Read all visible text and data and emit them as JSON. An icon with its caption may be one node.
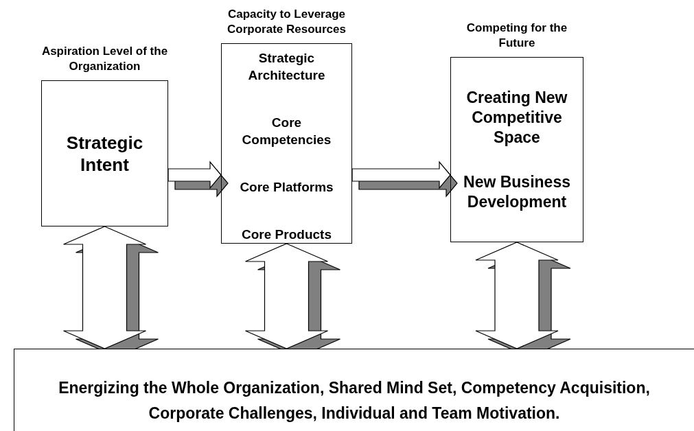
{
  "diagram": {
    "nodes": [
      {
        "text": [
          "Aspiration Level of the Organization",
          "Strategic Intent"
        ]
      },
      {
        "text": [
          "Capacity to Leverage Corporate Resources",
          "Strategic Architecture",
          "Core Competencies",
          "Core Platforms",
          "Core Products"
        ]
      },
      {
        "text": [
          "Competing for the Future",
          "Creating New Competitive Space",
          "New Business Development"
        ]
      },
      {
        "text": [
          "Energizing the Whole Organization, Shared Mind Set, Competency Acquisition, Corporate Challenges, Individual and Team Motivation."
        ]
      }
    ],
    "edges": [
      {
        "from": 0,
        "to": 1,
        "arrow": "to"
      },
      {
        "from": 1,
        "to": 2,
        "arrow": "to"
      },
      {
        "from": 0,
        "to": 3,
        "arrow": "both"
      },
      {
        "from": 1,
        "to": 3,
        "arrow": "both"
      },
      {
        "from": 2,
        "to": 3,
        "arrow": "both"
      }
    ]
  }
}
